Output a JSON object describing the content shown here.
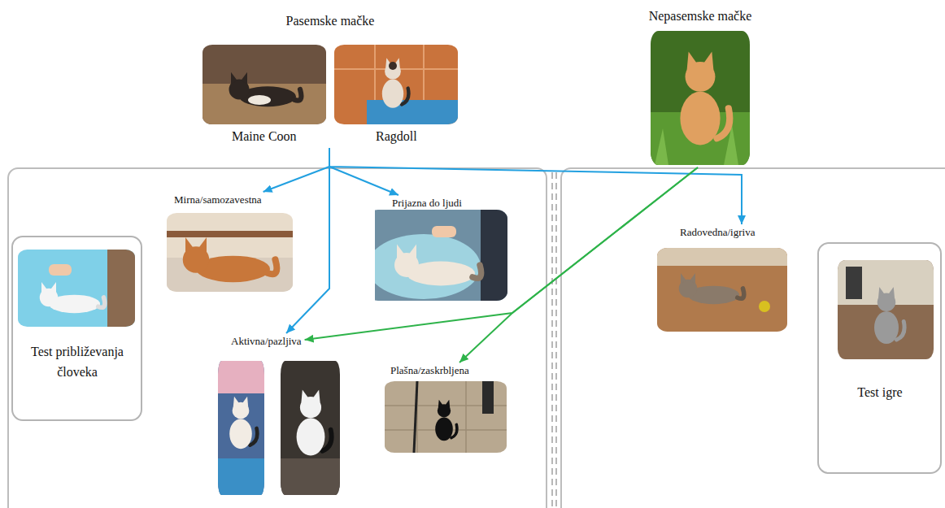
{
  "diagram": {
    "nodes": [
      {
        "text": [
          "Pasemske mačke"
        ]
      },
      {
        "text": [
          "Maine Coon"
        ],
        "in": 0
      },
      {
        "text": [
          "Ragdoll"
        ],
        "in": 0
      },
      {
        "text": [
          "Nepasemske mačke"
        ]
      },
      {
        "text": [
          "Test približevanja človeka"
        ]
      },
      {
        "text": [
          "Mirna/samozavestna"
        ]
      },
      {
        "text": [
          "Prijazna do ljudi"
        ]
      },
      {
        "text": [
          "Radovedna/igriva"
        ]
      },
      {
        "text": [
          "Aktivna/pazljiva"
        ]
      },
      {
        "text": [
          "Plašna/zaskrbljena"
        ]
      },
      {
        "text": [
          "Test igre"
        ]
      }
    ],
    "edges": [
      {
        "from": 0,
        "to": 5,
        "arrow": "to"
      },
      {
        "from": 0,
        "to": 6,
        "arrow": "to"
      },
      {
        "from": 0,
        "to": 8,
        "arrow": "to"
      },
      {
        "from": 0,
        "to": 7,
        "arrow": "to"
      },
      {
        "from": 3,
        "to": 8,
        "arrow": "to"
      },
      {
        "from": 3,
        "to": 9,
        "arrow": "to"
      }
    ]
  }
}
